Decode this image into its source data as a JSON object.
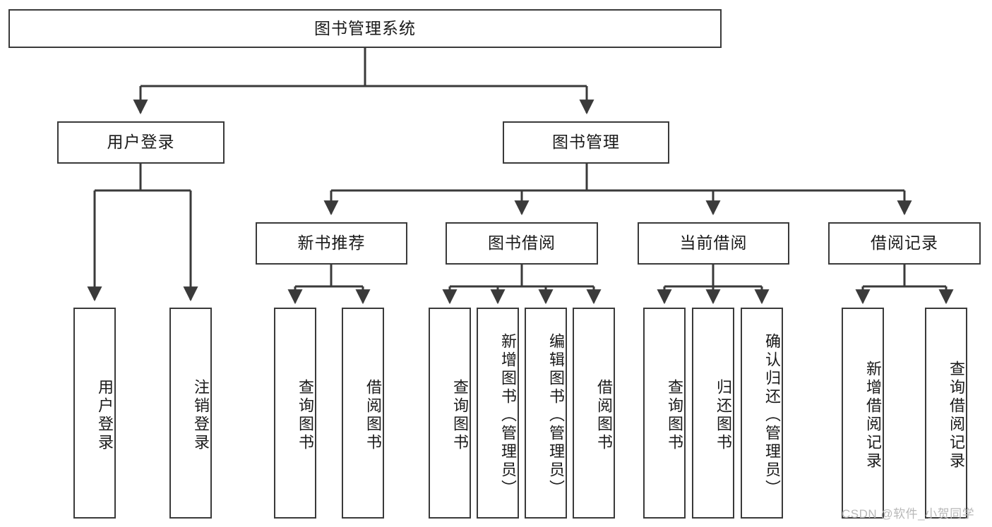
{
  "diagram": {
    "title_node": {
      "label": "图书管理系统"
    },
    "level2": [
      {
        "label": "用户登录"
      },
      {
        "label": "图书管理"
      }
    ],
    "level3": [
      {
        "label": "新书推荐"
      },
      {
        "label": "图书借阅"
      },
      {
        "label": "当前借阅"
      },
      {
        "label": "借阅记录"
      }
    ],
    "leaves": {
      "user_login": [
        {
          "label": "用户登录"
        },
        {
          "label": "注销登录"
        }
      ],
      "new_book": [
        {
          "label": "查询图书"
        },
        {
          "label": "借阅图书"
        }
      ],
      "book_borrow": [
        {
          "label": "查询图书"
        },
        {
          "label": "新增图书（管理员）"
        },
        {
          "label": "编辑图书（管理员）"
        },
        {
          "label": "借阅图书"
        }
      ],
      "current_borrow": [
        {
          "label": "查询图书"
        },
        {
          "label": "归还图书"
        },
        {
          "label": "确认归还（管理员）"
        }
      ],
      "borrow_record": [
        {
          "label": "新增借阅记录"
        },
        {
          "label": "查询借阅记录"
        }
      ]
    }
  },
  "watermark": {
    "text": "CSDN @软件_小贺同学"
  },
  "colors": {
    "border": "#3a3a3a",
    "text": "#1a1a1a",
    "background": "#ffffff",
    "watermark": "#b8b8b8"
  }
}
